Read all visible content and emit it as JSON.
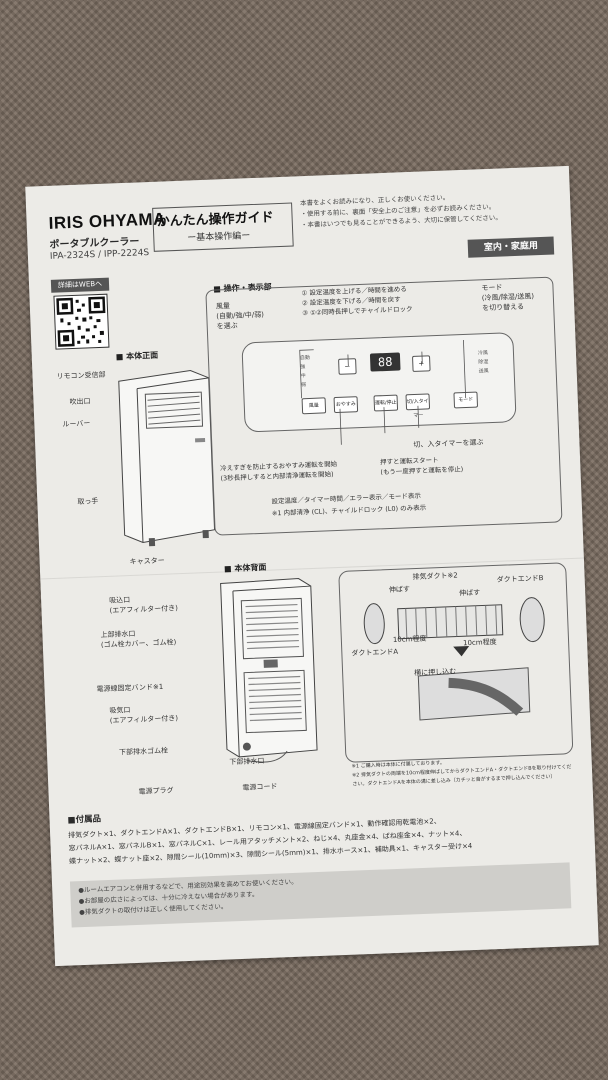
{
  "brand": "IRIS OHYAMA",
  "product_name": "ポータブルクーラー",
  "model": "IPA-2324S / IPP-2224S",
  "title": "かんたん操作ガイド",
  "subtitle": "ー基本操作編ー",
  "intro": [
    "本書をよくお読みになり、正しくお使いください。",
    "・使用する前に、裏面「安全上のご注意」を必ずお読みください。",
    "・本書はいつでも見ることができるよう、大切に保管してください。"
  ],
  "badge": "室内・家庭用",
  "web_tag": "詳細はWEBへ",
  "front_section": "■ 本体正面",
  "control_section": "■ 操作・表示部",
  "back_section": "■ 本体背面",
  "front_labels": {
    "remote": "リモコン受信部",
    "outlet": "吹出口",
    "louver": "ルーバー",
    "handle": "取っ手",
    "caster": "キャスター"
  },
  "control_labels": {
    "fan": "風量\n(自動/強/中/弱)\nを選ぶ",
    "temp": "① 設定温度を上げる／時間を進める\n② 設定温度を下げる／時間を戻す\n③ ①②同時長押しでチャイルドロック",
    "mode": "モード\n(冷風/除湿/送風)\nを切り替える",
    "timer": "切、入タイマーを選ぶ",
    "sleep": "冷えすぎを防止するおやすみ運転を開始\n(3秒長押しすると内部清浄運転を開始)",
    "power": "押すと運転スタート\n(もう一度押すと運転を停止)",
    "display": "設定温度／タイマー時間／エラー表示／モード表示",
    "note": "※1 内部清浄 (CL)、チャイルドロック (L0) のみ表示"
  },
  "panel_display": "88",
  "panel_buttons": [
    "風量",
    "おやすみ",
    "運転/停止",
    "切/入タイマー",
    "モード"
  ],
  "panel_arrows": [
    "−",
    "+"
  ],
  "panel_indicators": [
    "自動",
    "強",
    "中",
    "弱"
  ],
  "panel_modes": [
    "冷風",
    "除湿",
    "送風"
  ],
  "back_labels": {
    "intake": "吸込口\n(エアフィルター付き)",
    "drain_top": "上部排水口\n(ゴム栓カバー、ゴム栓)",
    "cord_band": "電源線固定バンド※1",
    "intake2": "吸気口\n(エアフィルター付き)",
    "drain_bottom_plug": "下部排水ゴム栓",
    "drain_bottom": "下部排水口",
    "plug": "電源プラグ",
    "cord": "電源コード"
  },
  "duct_labels": {
    "duct": "排気ダクト※2",
    "stretch1": "伸ばす",
    "stretch2": "伸ばす",
    "endb": "ダクトエンドB",
    "enda": "ダクトエンドA",
    "ten1": "10cm程度",
    "ten2": "10cm程度",
    "push": "横に押し込む"
  },
  "duct_notes": "※1 ご購入時は本体に付属しております。\n※2 排気ダクトの両端を10cm程度伸ばしてからダクトエンドA・ダクトエンドBを取り付けてください。ダクトエンドAを本体の溝に差し込み（カチッと音がするまで押し込んでください）",
  "accessories_title": "■付属品",
  "accessories": "排気ダクト×1、ダクトエンドA×1、ダクトエンドB×1、リモコン×1、電源線固定バンド×1、動作確認用乾電池×2、\n窓パネルA×1、窓パネルB×1、窓パネルC×1、レール用アタッチメント×2、ねじ×4、丸座金×4、ばね座金×4、ナット×4、\n蝶ナット×2、蝶ナット座×2、隙間シール(10mm)×3、隙間シール(5mm)×1、排水ホース×1、補助具×1、キャスター受け×4",
  "notes": [
    "●ルームエアコンと併用するなどで、用途別効果を高めてお使いください。",
    "●お部屋の広さによっては、十分に冷えない場合があります。",
    "●排気ダクトの取付けは正しく使用してください。"
  ],
  "colors": {
    "paper": "#ecebe7",
    "carpet": "#7d6f63",
    "badge": "#555555"
  }
}
